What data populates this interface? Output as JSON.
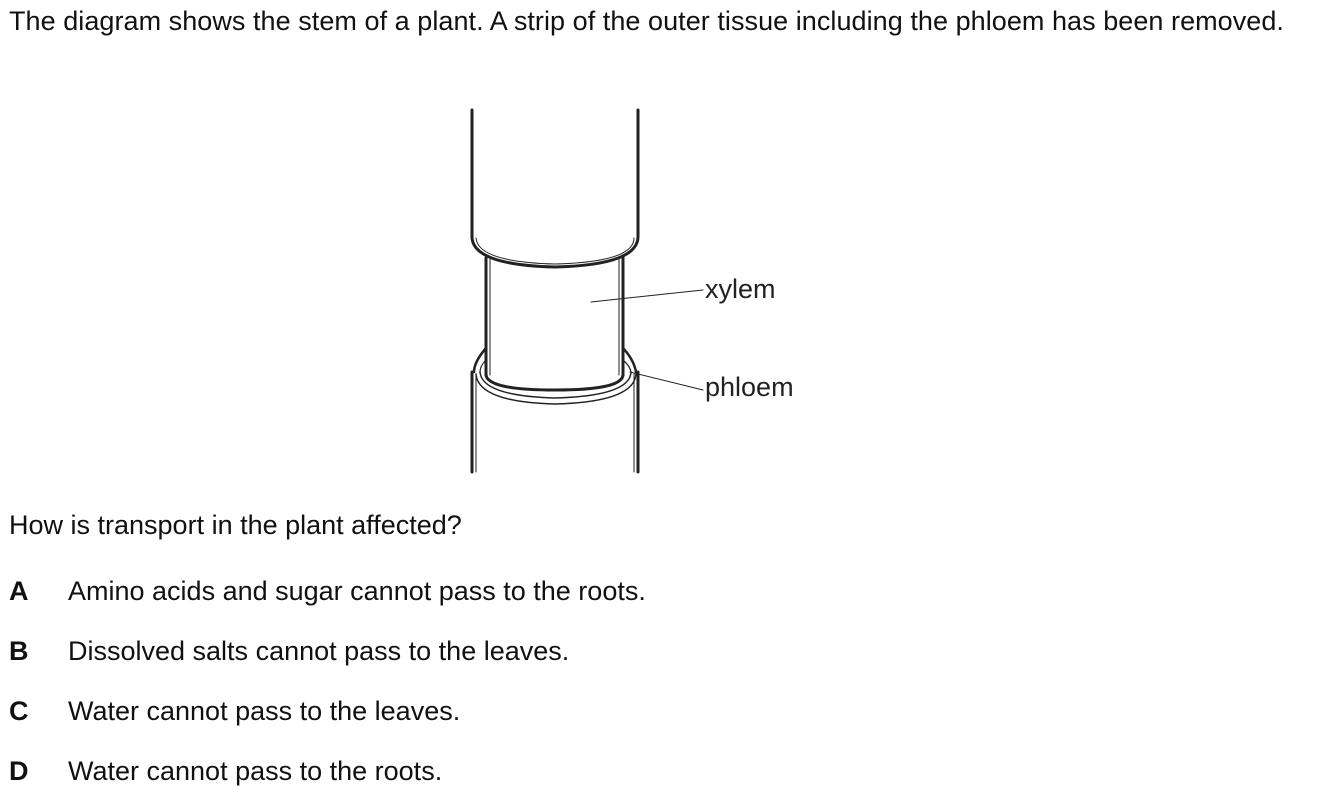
{
  "intro_text": "The diagram shows the stem of a plant. A strip of the outer tissue including the phloem has been removed.",
  "diagram": {
    "labels": {
      "xylem": "xylem",
      "phloem": "phloem"
    }
  },
  "question": "How is transport in the plant affected?",
  "options": [
    {
      "letter": "A",
      "text": "Amino acids and sugar cannot pass to the roots."
    },
    {
      "letter": "B",
      "text": "Dissolved salts cannot pass to the leaves."
    },
    {
      "letter": "C",
      "text": "Water cannot pass to the leaves."
    },
    {
      "letter": "D",
      "text": "Water cannot pass to the roots."
    }
  ]
}
